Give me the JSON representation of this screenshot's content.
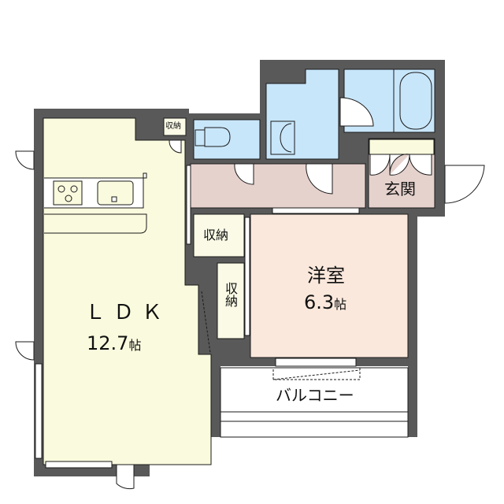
{
  "floor_plan": {
    "colors": {
      "wall": "#595959",
      "ldk": "#fafade",
      "western_room": "#fae8dc",
      "wet_area": "#c8e6fa",
      "hallway": "#e6d2cd",
      "storage": "#fafae6",
      "balcony": "#ffffff",
      "line": "#1a1a1a"
    },
    "rooms": {
      "ldk": {
        "name": "ＬＤＫ",
        "size": "12.7",
        "unit": "帖"
      },
      "western": {
        "name": "洋室",
        "size": "6.3",
        "unit": "帖"
      },
      "entrance": {
        "name": "玄関"
      },
      "balcony": {
        "name": "バルコニー"
      },
      "storage_small": {
        "name": "収納"
      },
      "storage_hall": {
        "name": "収納"
      },
      "storage_vertical": {
        "name": "収納"
      }
    },
    "fixtures": [
      "stove-3-burner",
      "kitchen-sink",
      "toilet",
      "washbasin",
      "bathtub",
      "shoe-cabinet",
      "entrance-door",
      "balcony-window"
    ]
  }
}
